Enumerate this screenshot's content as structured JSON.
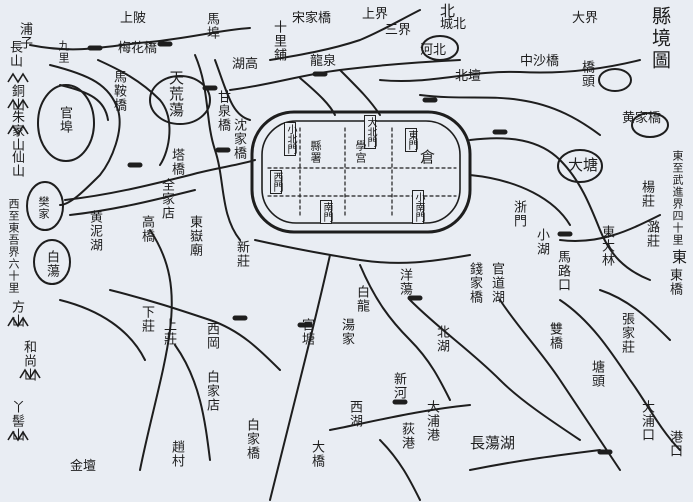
{
  "map_title": "縣境圖",
  "direction_labels": {
    "east": "東",
    "north": "北"
  },
  "city": {
    "gates": [
      "小北門",
      "大北門",
      "東門",
      "西門",
      "南門",
      "小南門"
    ],
    "inner_labels": [
      "縣署",
      "學宫",
      "倉"
    ]
  },
  "places": {
    "top_left": [
      "浦子",
      "九里",
      "上陂",
      "梅花橋",
      "馬埠",
      "馬鞍橋"
    ],
    "top_center": [
      "十里鋪",
      "上界",
      "三界",
      "龍泉",
      "湖高",
      "宋家橋"
    ],
    "top_right": [
      "城北",
      "河北",
      "北壇",
      "中沙橋",
      "大界",
      "橋頭"
    ],
    "left_edge": [
      "長山",
      "銅山",
      "朱家山",
      "仙山",
      "西至東吾界六十里",
      "方山",
      "和尚山",
      "丫髻山"
    ],
    "left_lakes": [
      "官埠",
      "樊家",
      "白蕩",
      "黄泥湖"
    ],
    "center_left": [
      "天荒蕩",
      "塔橋",
      "沈家橋",
      "甘泉橋",
      "東嶽廟",
      "全家店",
      "高橋",
      "新莊"
    ],
    "center_lower": [
      "白龍",
      "官塘",
      "湯家",
      "白家店",
      "西岡",
      "下莊",
      "上莊"
    ],
    "center_right": [
      "洋蕩",
      "錢家橋",
      "官道湖",
      "北湖",
      "小湖",
      "浙門"
    ],
    "right": [
      "大塘",
      "黄家橋",
      "東大林",
      "馬路口",
      "東至武進界四十里",
      "楊莊",
      "潞莊",
      "東橋"
    ],
    "bottom": [
      "西湖",
      "荻港",
      "長蕩湖",
      "大浦港",
      "金壇",
      "新河",
      "白家橋",
      "趙村",
      "大橋"
    ],
    "bottom_right": [
      "雙橋",
      "張家莊",
      "塘頭",
      "大浦口",
      "港口"
    ]
  }
}
